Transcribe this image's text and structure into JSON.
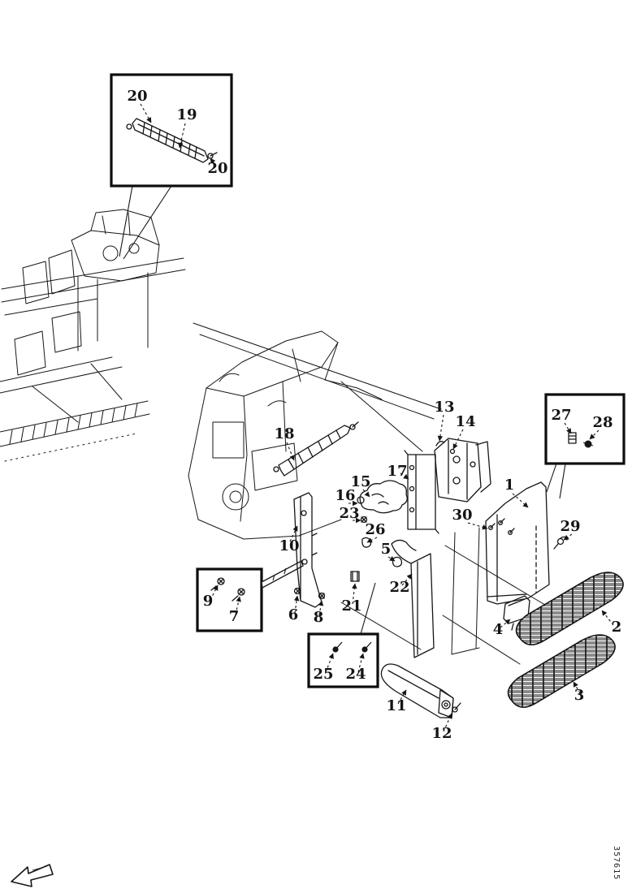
{
  "figure": {
    "code": "357615"
  },
  "callouts": [
    {
      "label": "20"
    },
    {
      "label": "19"
    },
    {
      "label": "20"
    },
    {
      "label": "13"
    },
    {
      "label": "14"
    },
    {
      "label": "27"
    },
    {
      "label": "28"
    },
    {
      "label": "18"
    },
    {
      "label": "15"
    },
    {
      "label": "17"
    },
    {
      "label": "16"
    },
    {
      "label": "23"
    },
    {
      "label": "26"
    },
    {
      "label": "1"
    },
    {
      "label": "30"
    },
    {
      "label": "29"
    },
    {
      "label": "10"
    },
    {
      "label": "5"
    },
    {
      "label": "22"
    },
    {
      "label": "21"
    },
    {
      "label": "6"
    },
    {
      "label": "8"
    },
    {
      "label": "9"
    },
    {
      "label": "7"
    },
    {
      "label": "4"
    },
    {
      "label": "2"
    },
    {
      "label": "3"
    },
    {
      "label": "25"
    },
    {
      "label": "24"
    },
    {
      "label": "11"
    },
    {
      "label": "12"
    }
  ]
}
